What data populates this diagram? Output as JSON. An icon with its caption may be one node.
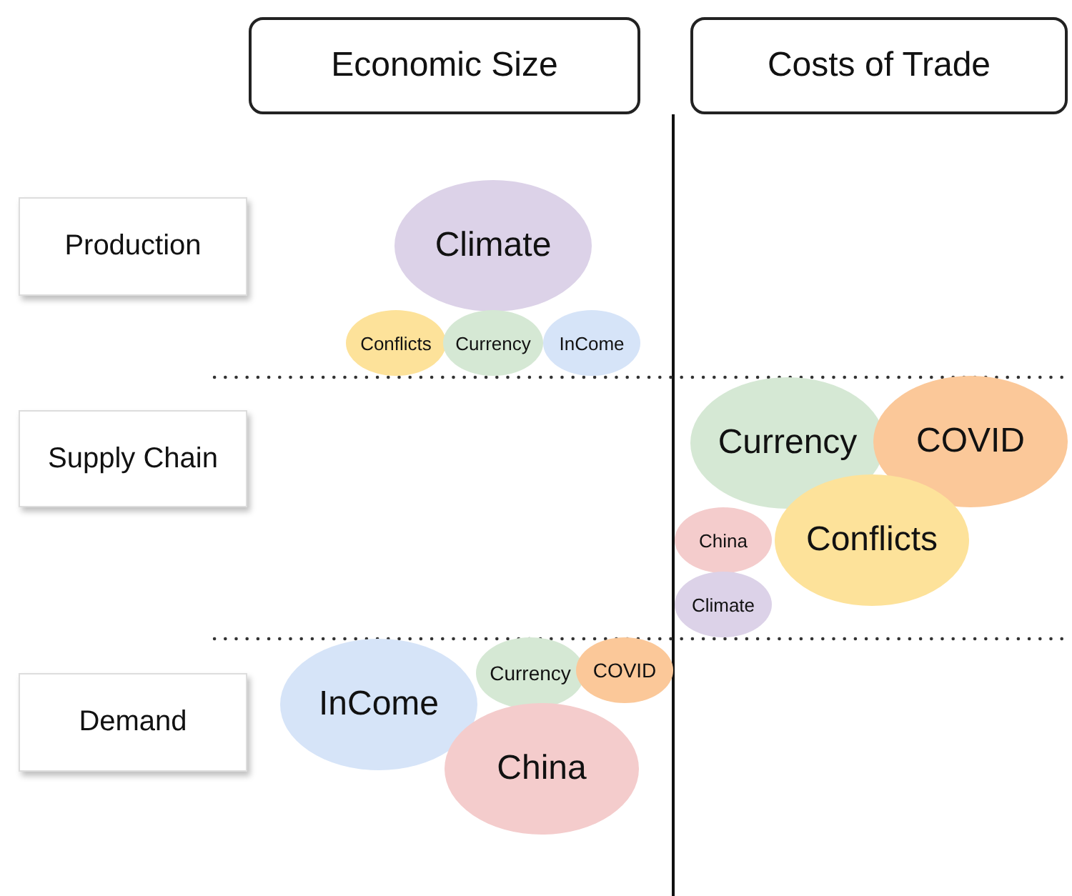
{
  "diagram": {
    "nodes": [
      {
        "text": [
          "Economic Size"
        ]
      },
      {
        "text": [
          "Costs of Trade"
        ]
      },
      {
        "text": [
          "Production"
        ]
      },
      {
        "text": [
          "Climate"
        ]
      },
      {
        "text": [
          "Conflicts"
        ]
      },
      {
        "text": [
          "Currency"
        ]
      },
      {
        "text": [
          "InCome"
        ]
      },
      {
        "text": [
          "Supply Chain"
        ]
      },
      {
        "text": [
          "Currency"
        ]
      },
      {
        "text": [
          "COVID"
        ]
      },
      {
        "text": [
          "China"
        ]
      },
      {
        "text": [
          "Conflicts"
        ]
      },
      {
        "text": [
          "Climate"
        ]
      },
      {
        "text": [
          "Demand"
        ]
      },
      {
        "text": [
          "InCome"
        ]
      },
      {
        "text": [
          "Currency"
        ]
      },
      {
        "text": [
          "COVID"
        ]
      },
      {
        "text": [
          "China"
        ]
      }
    ]
  }
}
